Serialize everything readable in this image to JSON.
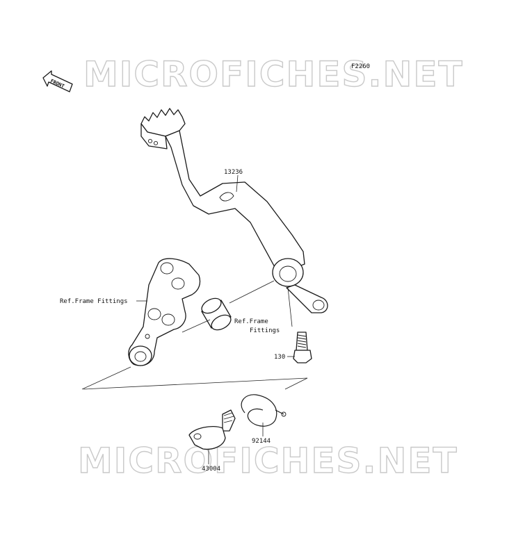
{
  "diagram": {
    "figure_code": "F2260",
    "front_indicator": "FRONT",
    "watermark_text": "MICROFICHES.NET",
    "labels": {
      "brake_pedal": "13236",
      "frame_fittings_left": "Ref.Frame Fittings",
      "frame_fittings_right_line1": "Ref.Frame",
      "frame_fittings_right_line2": "Fittings",
      "bolt": "130",
      "spring": "92144",
      "lever": "43004"
    },
    "colors": {
      "line": "#1a1a1a",
      "watermark": "#c9c9c9",
      "background": "#ffffff"
    }
  }
}
